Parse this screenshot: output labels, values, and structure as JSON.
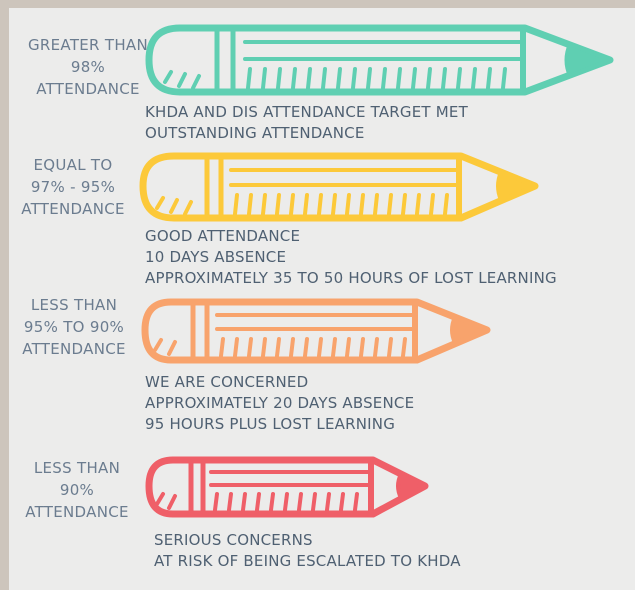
{
  "tiers": [
    {
      "label": [
        "GREATER THAN",
        "98%",
        "ATTENDANCE"
      ],
      "color": "#5fcfb2",
      "description": [
        "KHDA AND DIS ATTENDANCE TARGET MET",
        "OUTSTANDING ATTENDANCE"
      ]
    },
    {
      "label": [
        "EQUAL TO",
        "97% - 95%",
        "ATTENDANCE"
      ],
      "color": "#fcc93a",
      "description": [
        "GOOD ATTENDANCE",
        "10 DAYS ABSENCE",
        "APPROXIMATELY 35 TO 50 HOURS OF LOST LEARNING"
      ]
    },
    {
      "label": [
        "LESS THAN",
        "95% TO 90%",
        "ATTENDANCE"
      ],
      "color": "#f8a36c",
      "description": [
        "WE ARE CONCERNED",
        "APPROXIMATELY 20 DAYS ABSENCE",
        "95 HOURS PLUS LOST LEARNING"
      ]
    },
    {
      "label": [
        "LESS THAN",
        "90%",
        "ATTENDANCE"
      ],
      "color": "#ef5f68",
      "description": [
        "SERIOUS CONCERNS",
        "AT RISK OF BEING ESCALATED TO KHDA"
      ]
    }
  ]
}
